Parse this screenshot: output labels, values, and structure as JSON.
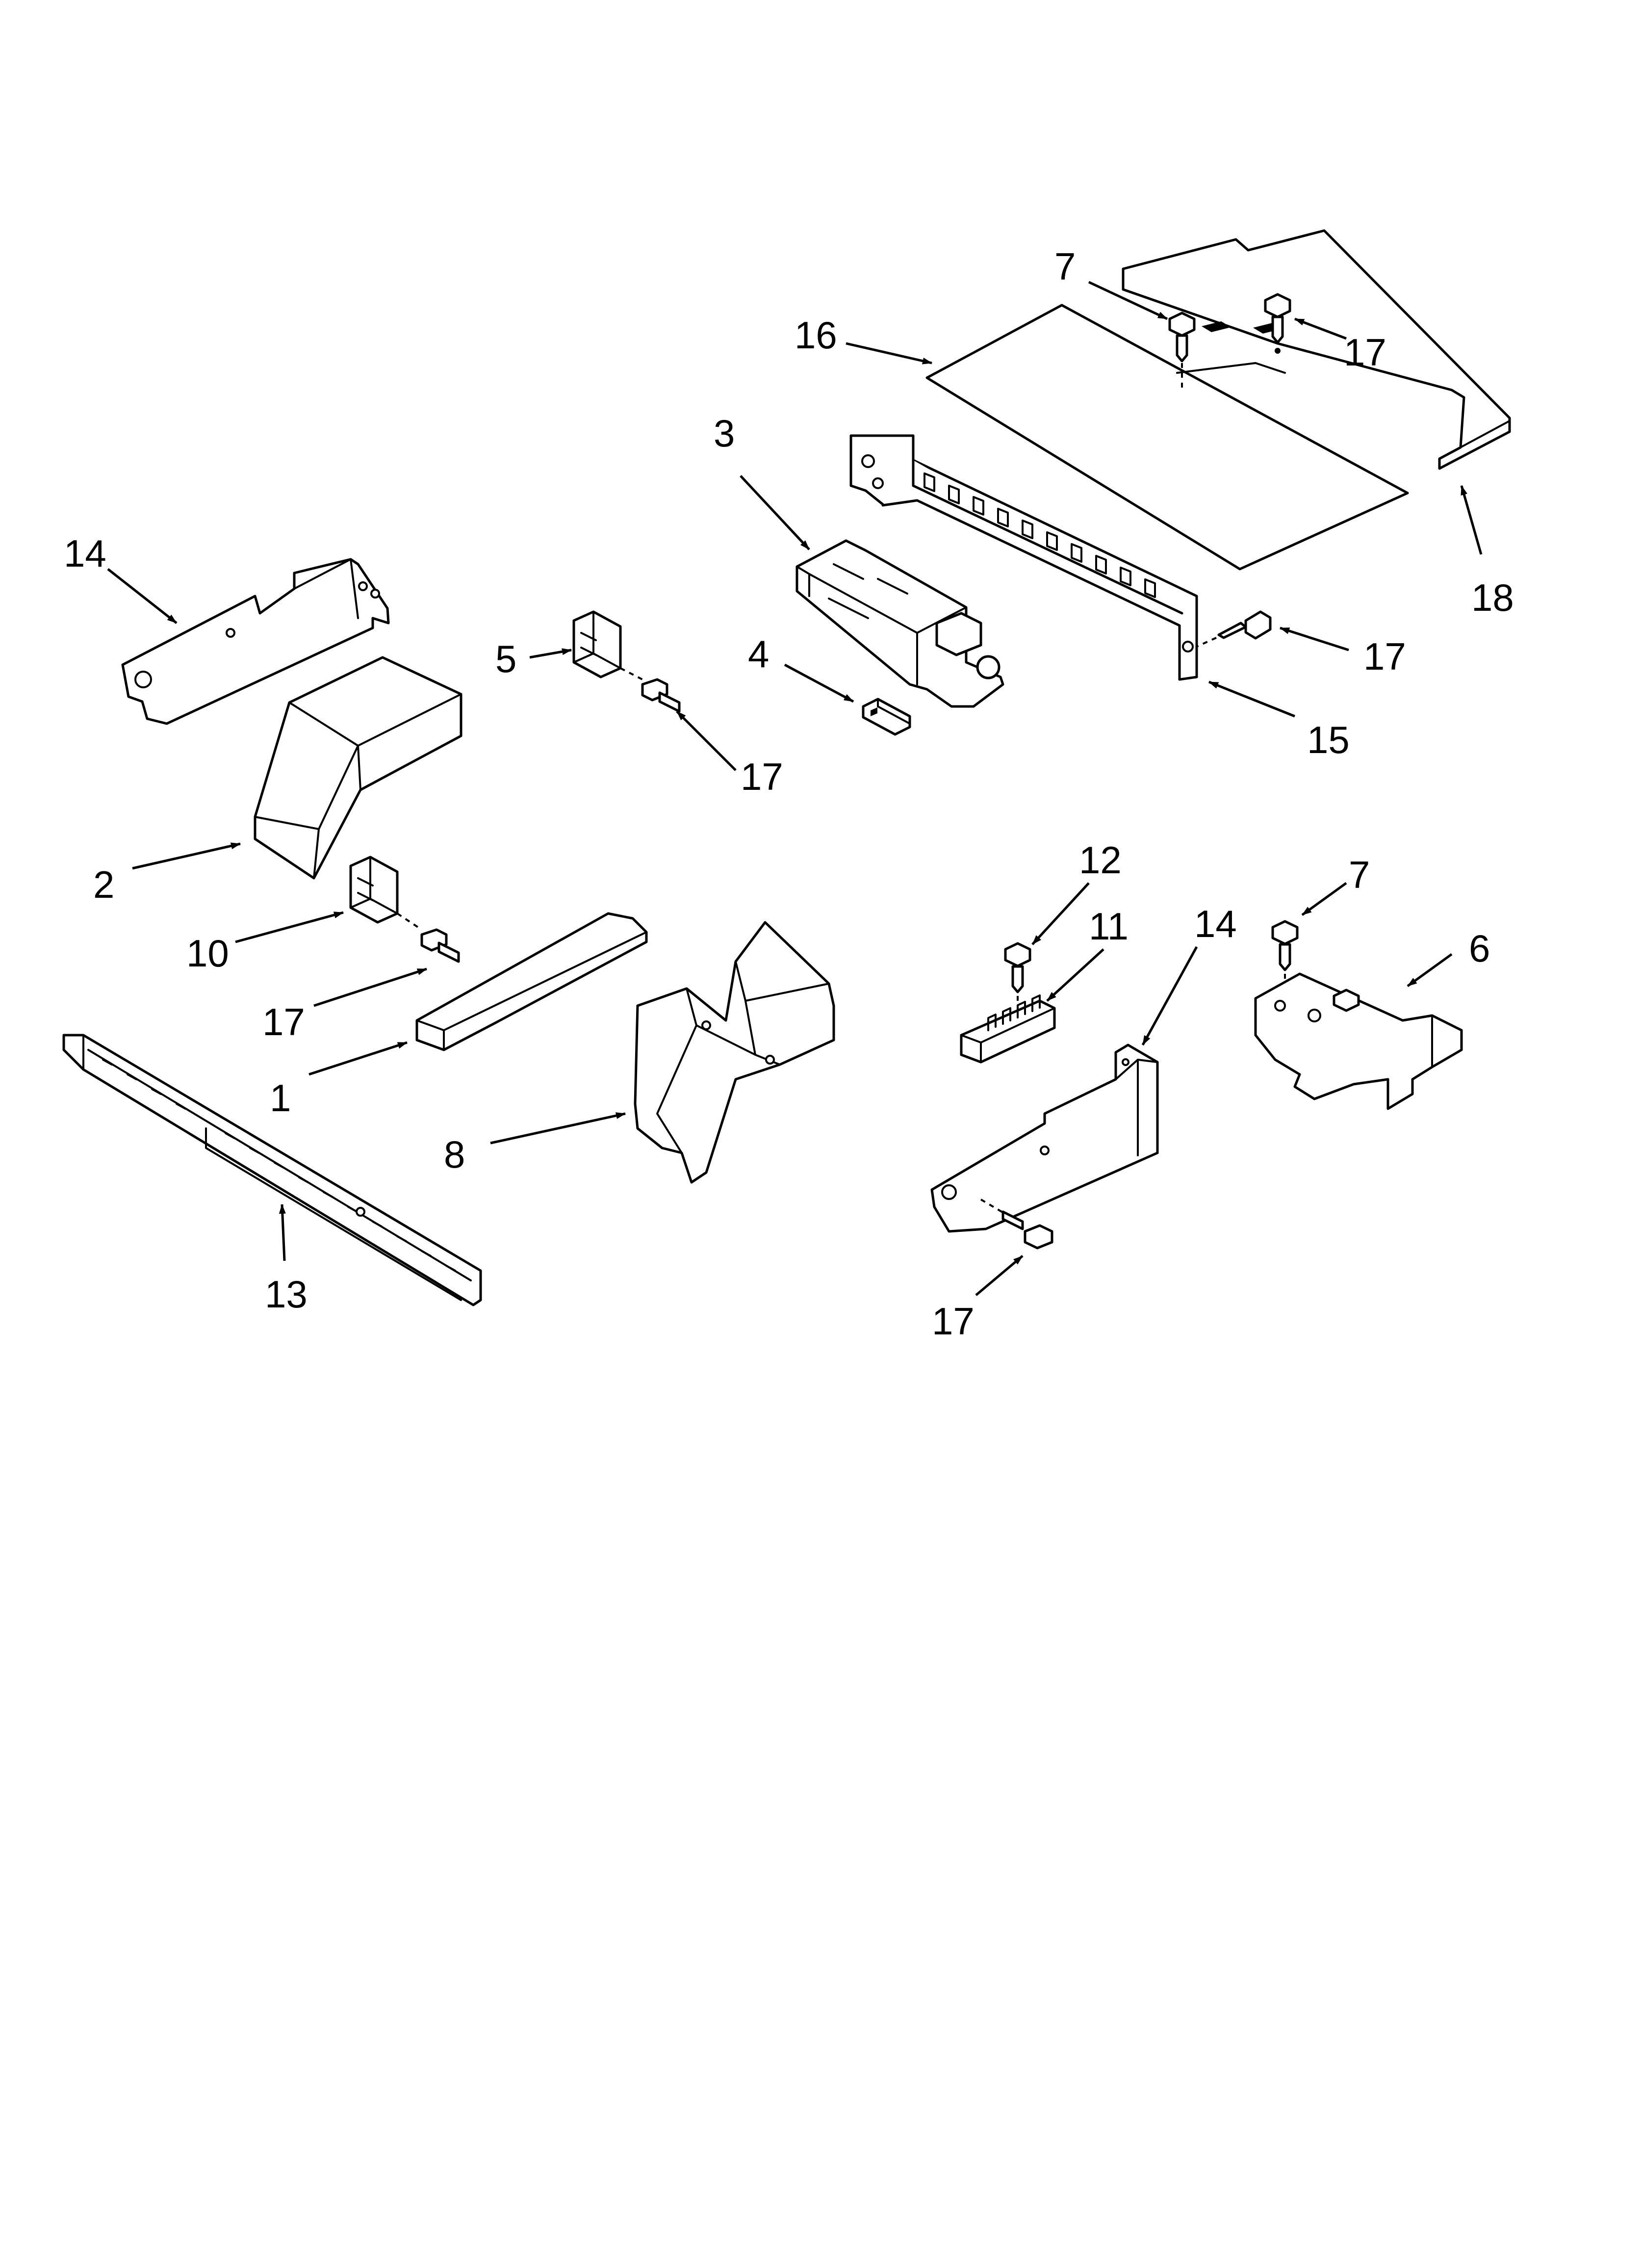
{
  "callouts": [
    {
      "label": "7"
    },
    {
      "label": "16"
    },
    {
      "label": "17"
    },
    {
      "label": "18"
    },
    {
      "label": "3"
    },
    {
      "label": "14"
    },
    {
      "label": "5"
    },
    {
      "label": "4"
    },
    {
      "label": "17"
    },
    {
      "label": "17"
    },
    {
      "label": "15"
    },
    {
      "label": "2"
    },
    {
      "label": "10"
    },
    {
      "label": "17"
    },
    {
      "label": "1"
    },
    {
      "label": "13"
    },
    {
      "label": "8"
    },
    {
      "label": "12"
    },
    {
      "label": "11"
    },
    {
      "label": "14"
    },
    {
      "label": "7"
    },
    {
      "label": "6"
    },
    {
      "label": "17"
    }
  ]
}
